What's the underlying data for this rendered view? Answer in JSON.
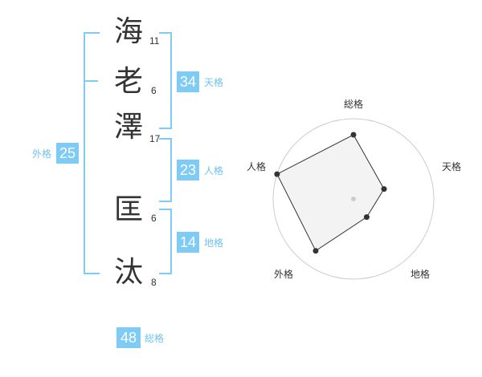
{
  "colors": {
    "accent": "#7ecbf5",
    "accent_text": "#6fc3ee",
    "radar_ring": "#cccccc",
    "radar_fill": "#f2f2f2",
    "radar_line": "#333333"
  },
  "name_chars": [
    {
      "char": "海",
      "strokes": "11"
    },
    {
      "char": "老",
      "strokes": "6"
    },
    {
      "char": "澤",
      "strokes": "17"
    },
    {
      "char": "匡",
      "strokes": "6"
    },
    {
      "char": "汰",
      "strokes": "8"
    }
  ],
  "kaku": {
    "tenkaku": {
      "value": "34",
      "label": "天格"
    },
    "jinkaku": {
      "value": "23",
      "label": "人格"
    },
    "chikaku": {
      "value": "14",
      "label": "地格"
    },
    "gaikaku": {
      "value": "25",
      "label": "外格"
    },
    "soukaku": {
      "value": "48",
      "label": "総格"
    }
  },
  "radar": {
    "axes": [
      "総格",
      "天格",
      "地格",
      "外格",
      "人格"
    ],
    "levels": 5,
    "values": [
      4,
      2,
      1.4,
      4,
      5
    ]
  }
}
